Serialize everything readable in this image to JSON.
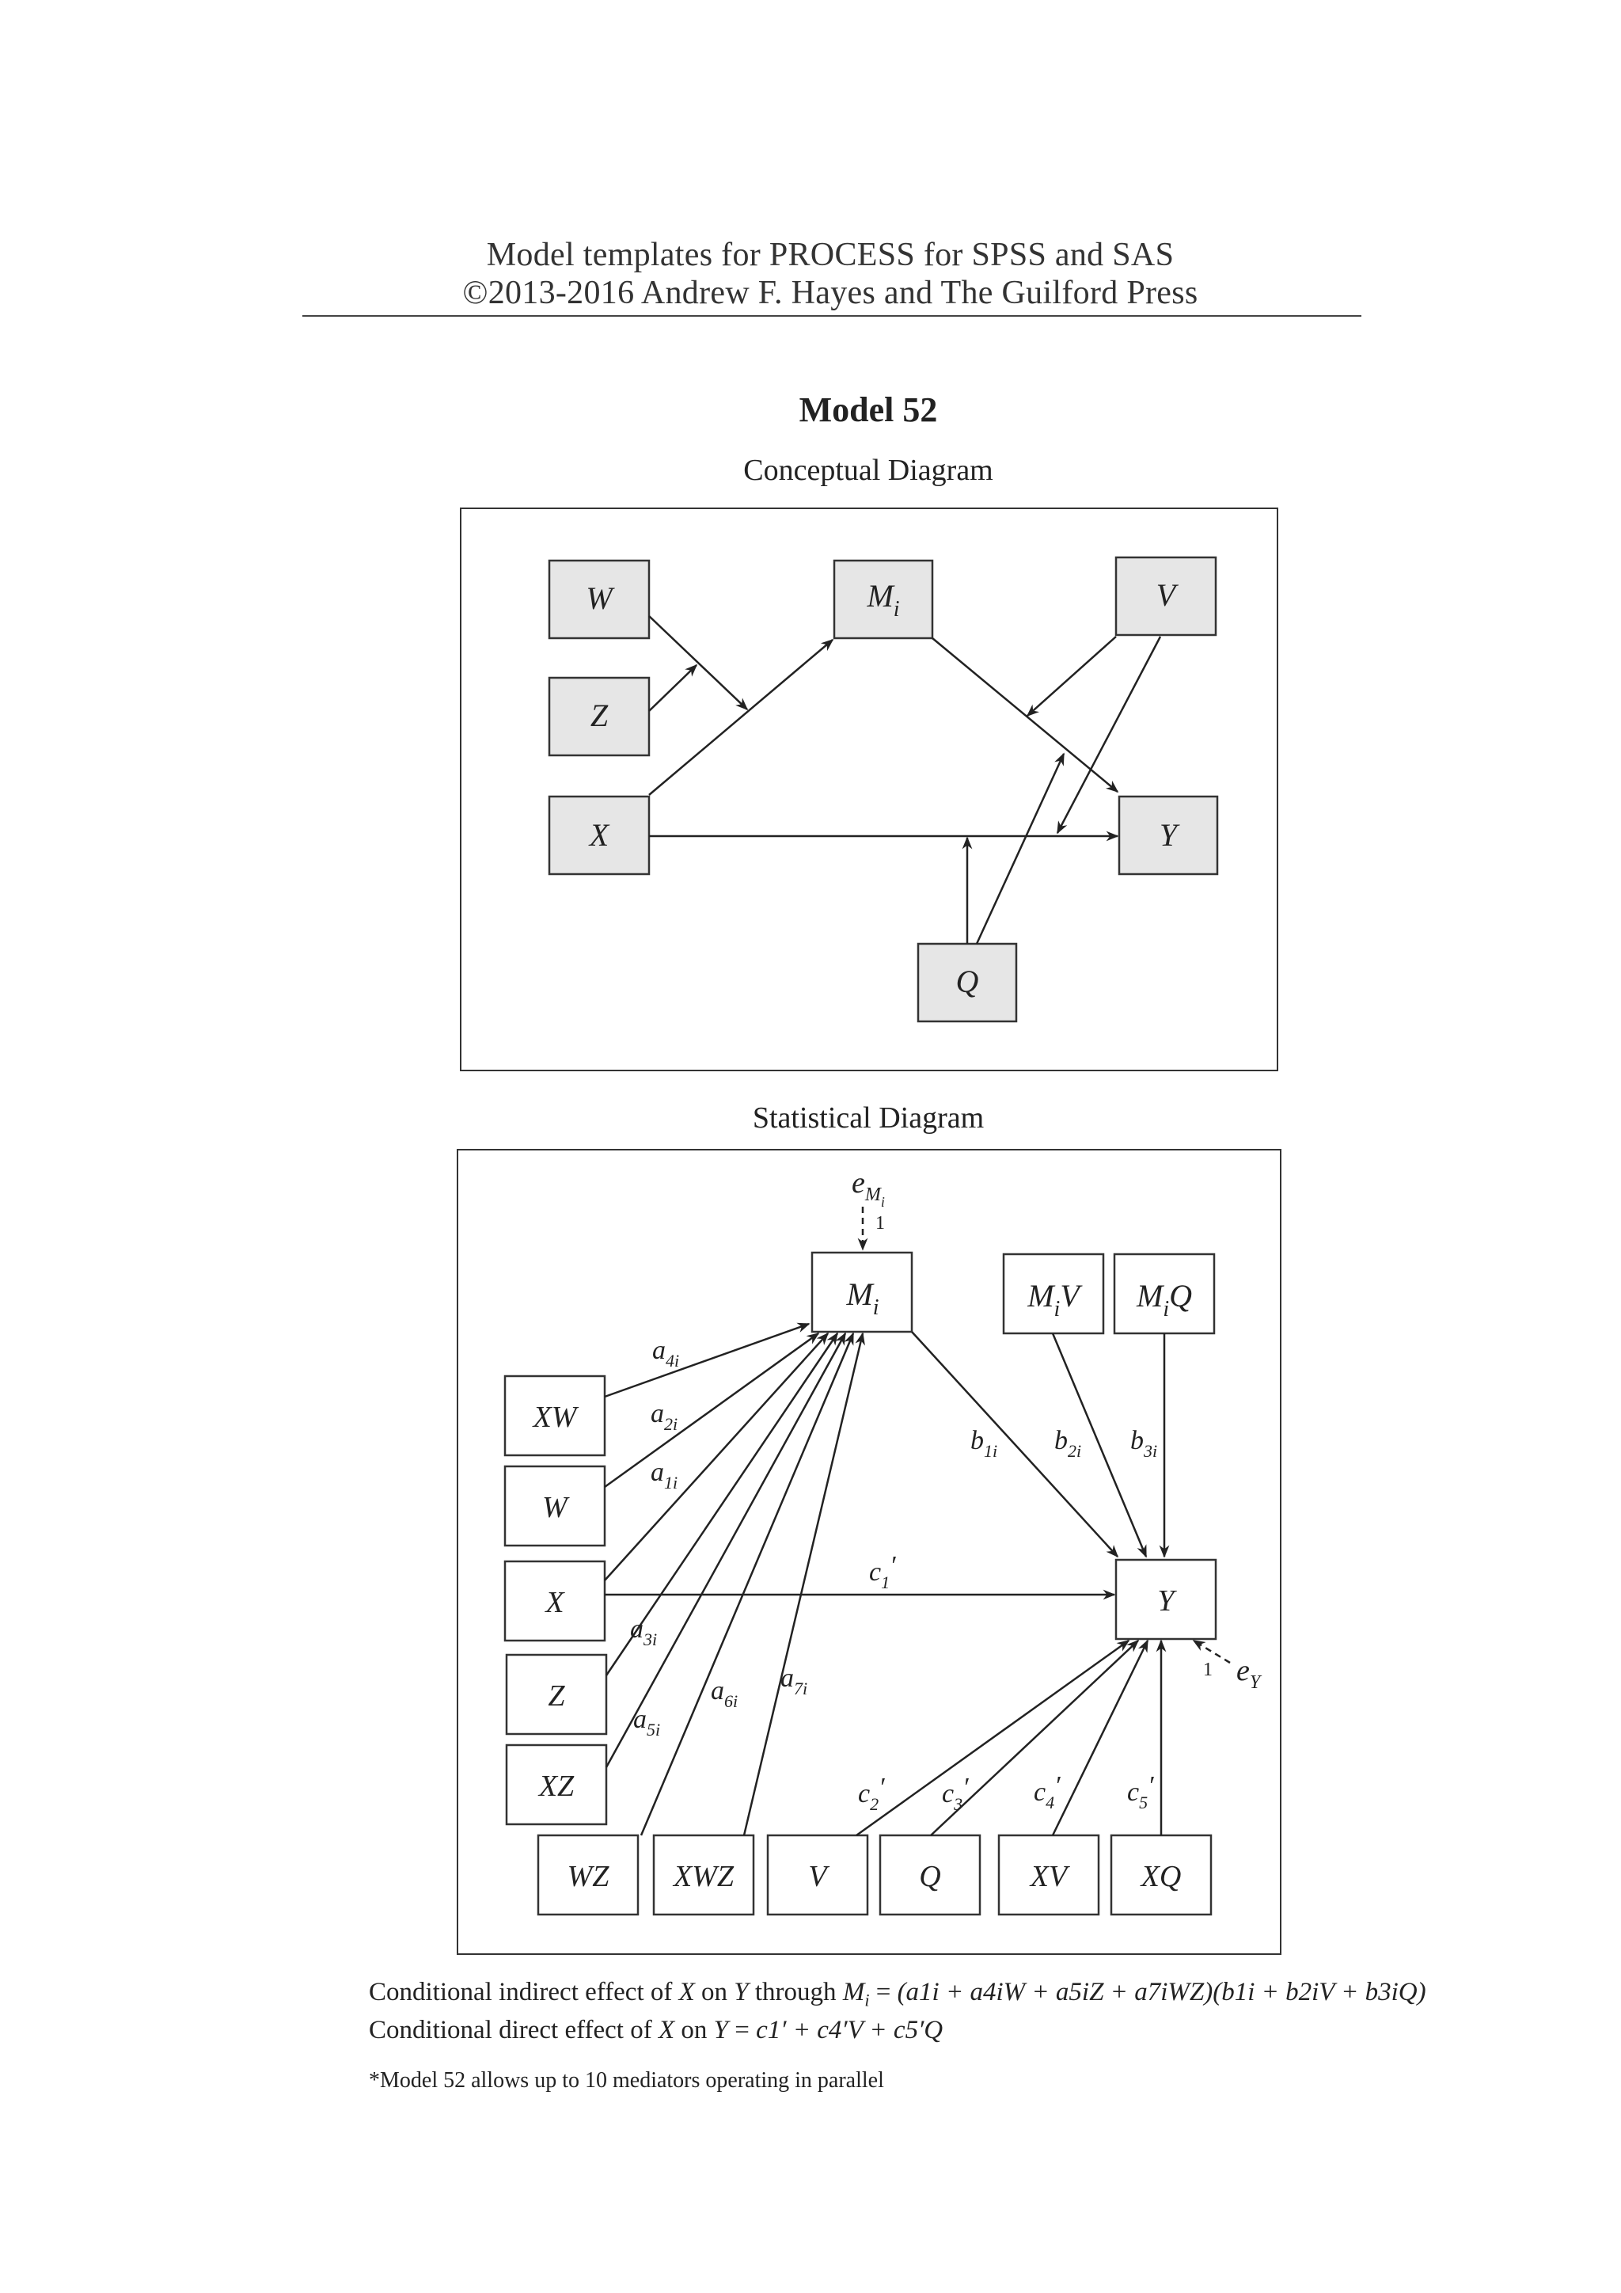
{
  "header": {
    "line1": "Model templates for PROCESS for SPSS and SAS",
    "line2": "©2013-2016 Andrew F. Hayes and The Guilford Press"
  },
  "title": "Model 52",
  "conceptual": {
    "heading": "Conceptual Diagram",
    "nodes": {
      "W": "W",
      "Z": "Z",
      "X": "X",
      "M": "M",
      "M_sub": "i",
      "V": "V",
      "Y": "Y",
      "Q": "Q"
    }
  },
  "statistical": {
    "heading": "Statistical Diagram",
    "nodes": {
      "M": "M",
      "M_sub": "i",
      "MV": "M",
      "MV_sub": "i",
      "MV_tail": "V",
      "MQ": "M",
      "MQ_sub": "i",
      "MQ_tail": "Q",
      "XW": "XW",
      "W": "W",
      "X": "X",
      "Z": "Z",
      "XZ": "XZ",
      "WZ": "WZ",
      "XWZ": "XWZ",
      "V": "V",
      "Q": "Q",
      "XV": "XV",
      "XQ": "XQ",
      "Y": "Y"
    },
    "errors": {
      "eM": "e",
      "eM_sub": "M",
      "eM_subsub": "i",
      "eY": "e",
      "eY_sub": "Y",
      "one": "1"
    },
    "paths": {
      "a4": "a",
      "a4_sub": "4i",
      "a2": "a",
      "a2_sub": "2i",
      "a1": "a",
      "a1_sub": "1i",
      "a3": "a",
      "a3_sub": "3i",
      "a5": "a",
      "a5_sub": "5i",
      "a6": "a",
      "a6_sub": "6i",
      "a7": "a",
      "a7_sub": "7i",
      "b1": "b",
      "b1_sub": "1i",
      "b2": "b",
      "b2_sub": "2i",
      "b3": "b",
      "b3_sub": "3i",
      "c1": "c",
      "c1_sub": "1",
      "c2": "c",
      "c2_sub": "2",
      "c3": "c",
      "c3_sub": "3",
      "c4": "c",
      "c4_sub": "4",
      "c5": "c",
      "c5_sub": "5",
      "prime": "′"
    }
  },
  "footer": {
    "indirect_label": "Conditional indirect effect of",
    "indirect_formula": "(a1i + a4iW + a5iZ + a7iWZ)(b1i + b2iV + b3iQ)",
    "direct_label": "Conditional direct effect of",
    "direct_formula": "c1′ + c4′V + c5′Q",
    "note": "*Model 52 allows up to 10 mediators operating in parallel"
  }
}
